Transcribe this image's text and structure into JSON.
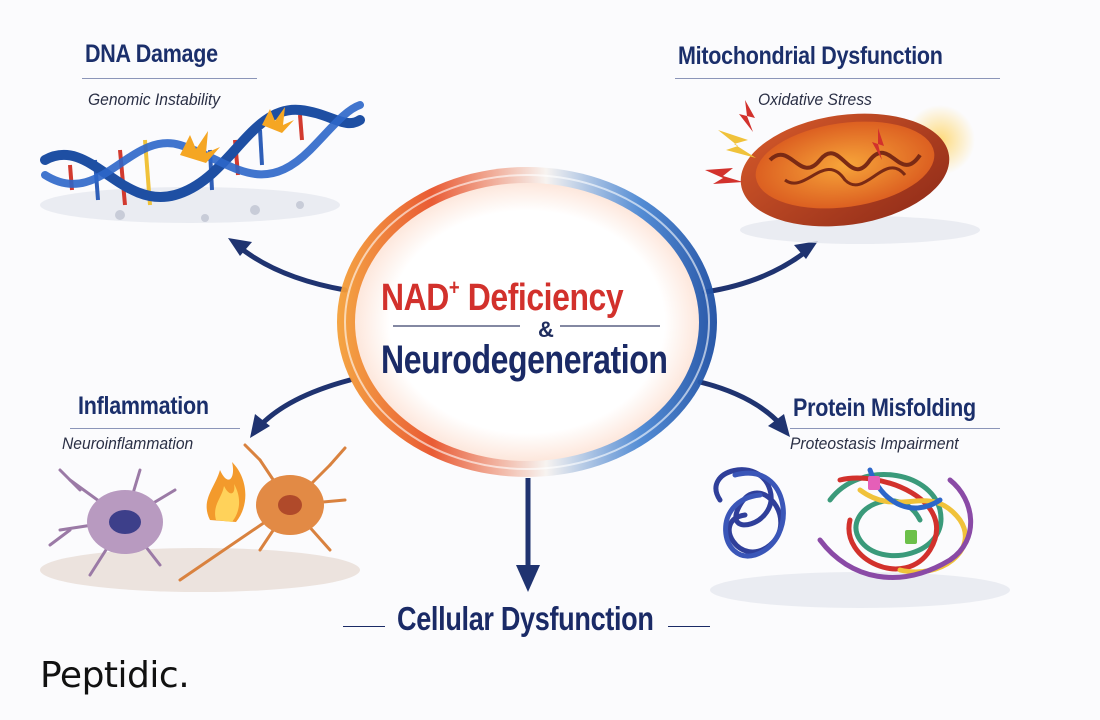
{
  "center": {
    "line1": "NAD",
    "line1_sup": "+",
    "line1_rest": " Deficiency",
    "amp": "&",
    "line2": "Neurodegeneration"
  },
  "nodes": {
    "dna": {
      "title": "DNA Damage",
      "subtitle": "Genomic Instability"
    },
    "mito": {
      "title": "Mitochondrial Dysfunction",
      "subtitle": "Oxidative Stress"
    },
    "inflammation": {
      "title": "Inflammation",
      "subtitle": "Neuroinflammation"
    },
    "protein": {
      "title": "Protein Misfolding",
      "subtitle": "Proteostasis Impairment"
    }
  },
  "outcome": {
    "title": "Cellular Dysfunction"
  },
  "brand": {
    "name": "Peptidic."
  },
  "colors": {
    "navy": "#1b2f6b",
    "red": "#d2312c",
    "orange": "#f07a1f",
    "blue": "#2f6fc4"
  }
}
